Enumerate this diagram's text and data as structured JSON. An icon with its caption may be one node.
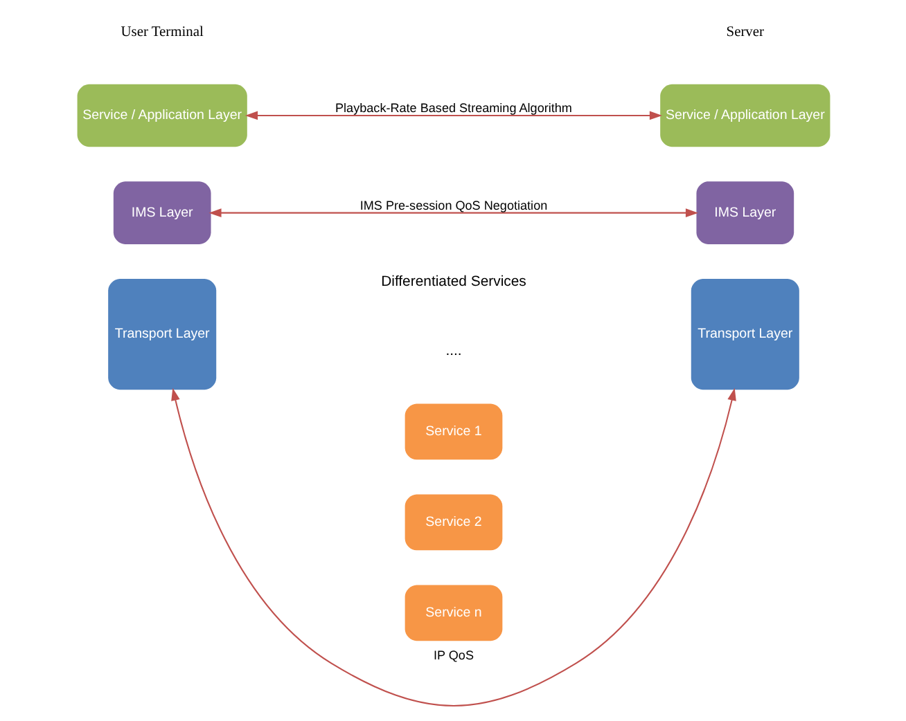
{
  "diagram": {
    "nodes": [
      {
        "text": [
          "Service / Application Layer"
        ]
      },
      {
        "text": [
          "IMS Layer"
        ]
      },
      {
        "text": [
          "Transport Layer"
        ]
      },
      {
        "text": [
          "Service / Application Layer"
        ]
      },
      {
        "text": [
          "IMS Layer"
        ]
      },
      {
        "text": [
          "Transport Layer"
        ]
      },
      {
        "text": [
          "Service 1"
        ]
      },
      {
        "text": [
          "Service 2"
        ]
      },
      {
        "text": [
          "Service n"
        ]
      }
    ],
    "edges": [
      {
        "from": 0,
        "to": 3,
        "arrow": "both",
        "label": "Playback-Rate Based Streaming Algorithm"
      },
      {
        "from": 1,
        "to": 4,
        "arrow": "both",
        "label": "IMS Pre-session QoS Negotiation"
      },
      {
        "from": 2,
        "to": 5,
        "arrow": "both",
        "label": "IP QoS"
      }
    ],
    "labels": [
      "User Terminal",
      "Server",
      "Differentiated Services",
      "...."
    ]
  }
}
